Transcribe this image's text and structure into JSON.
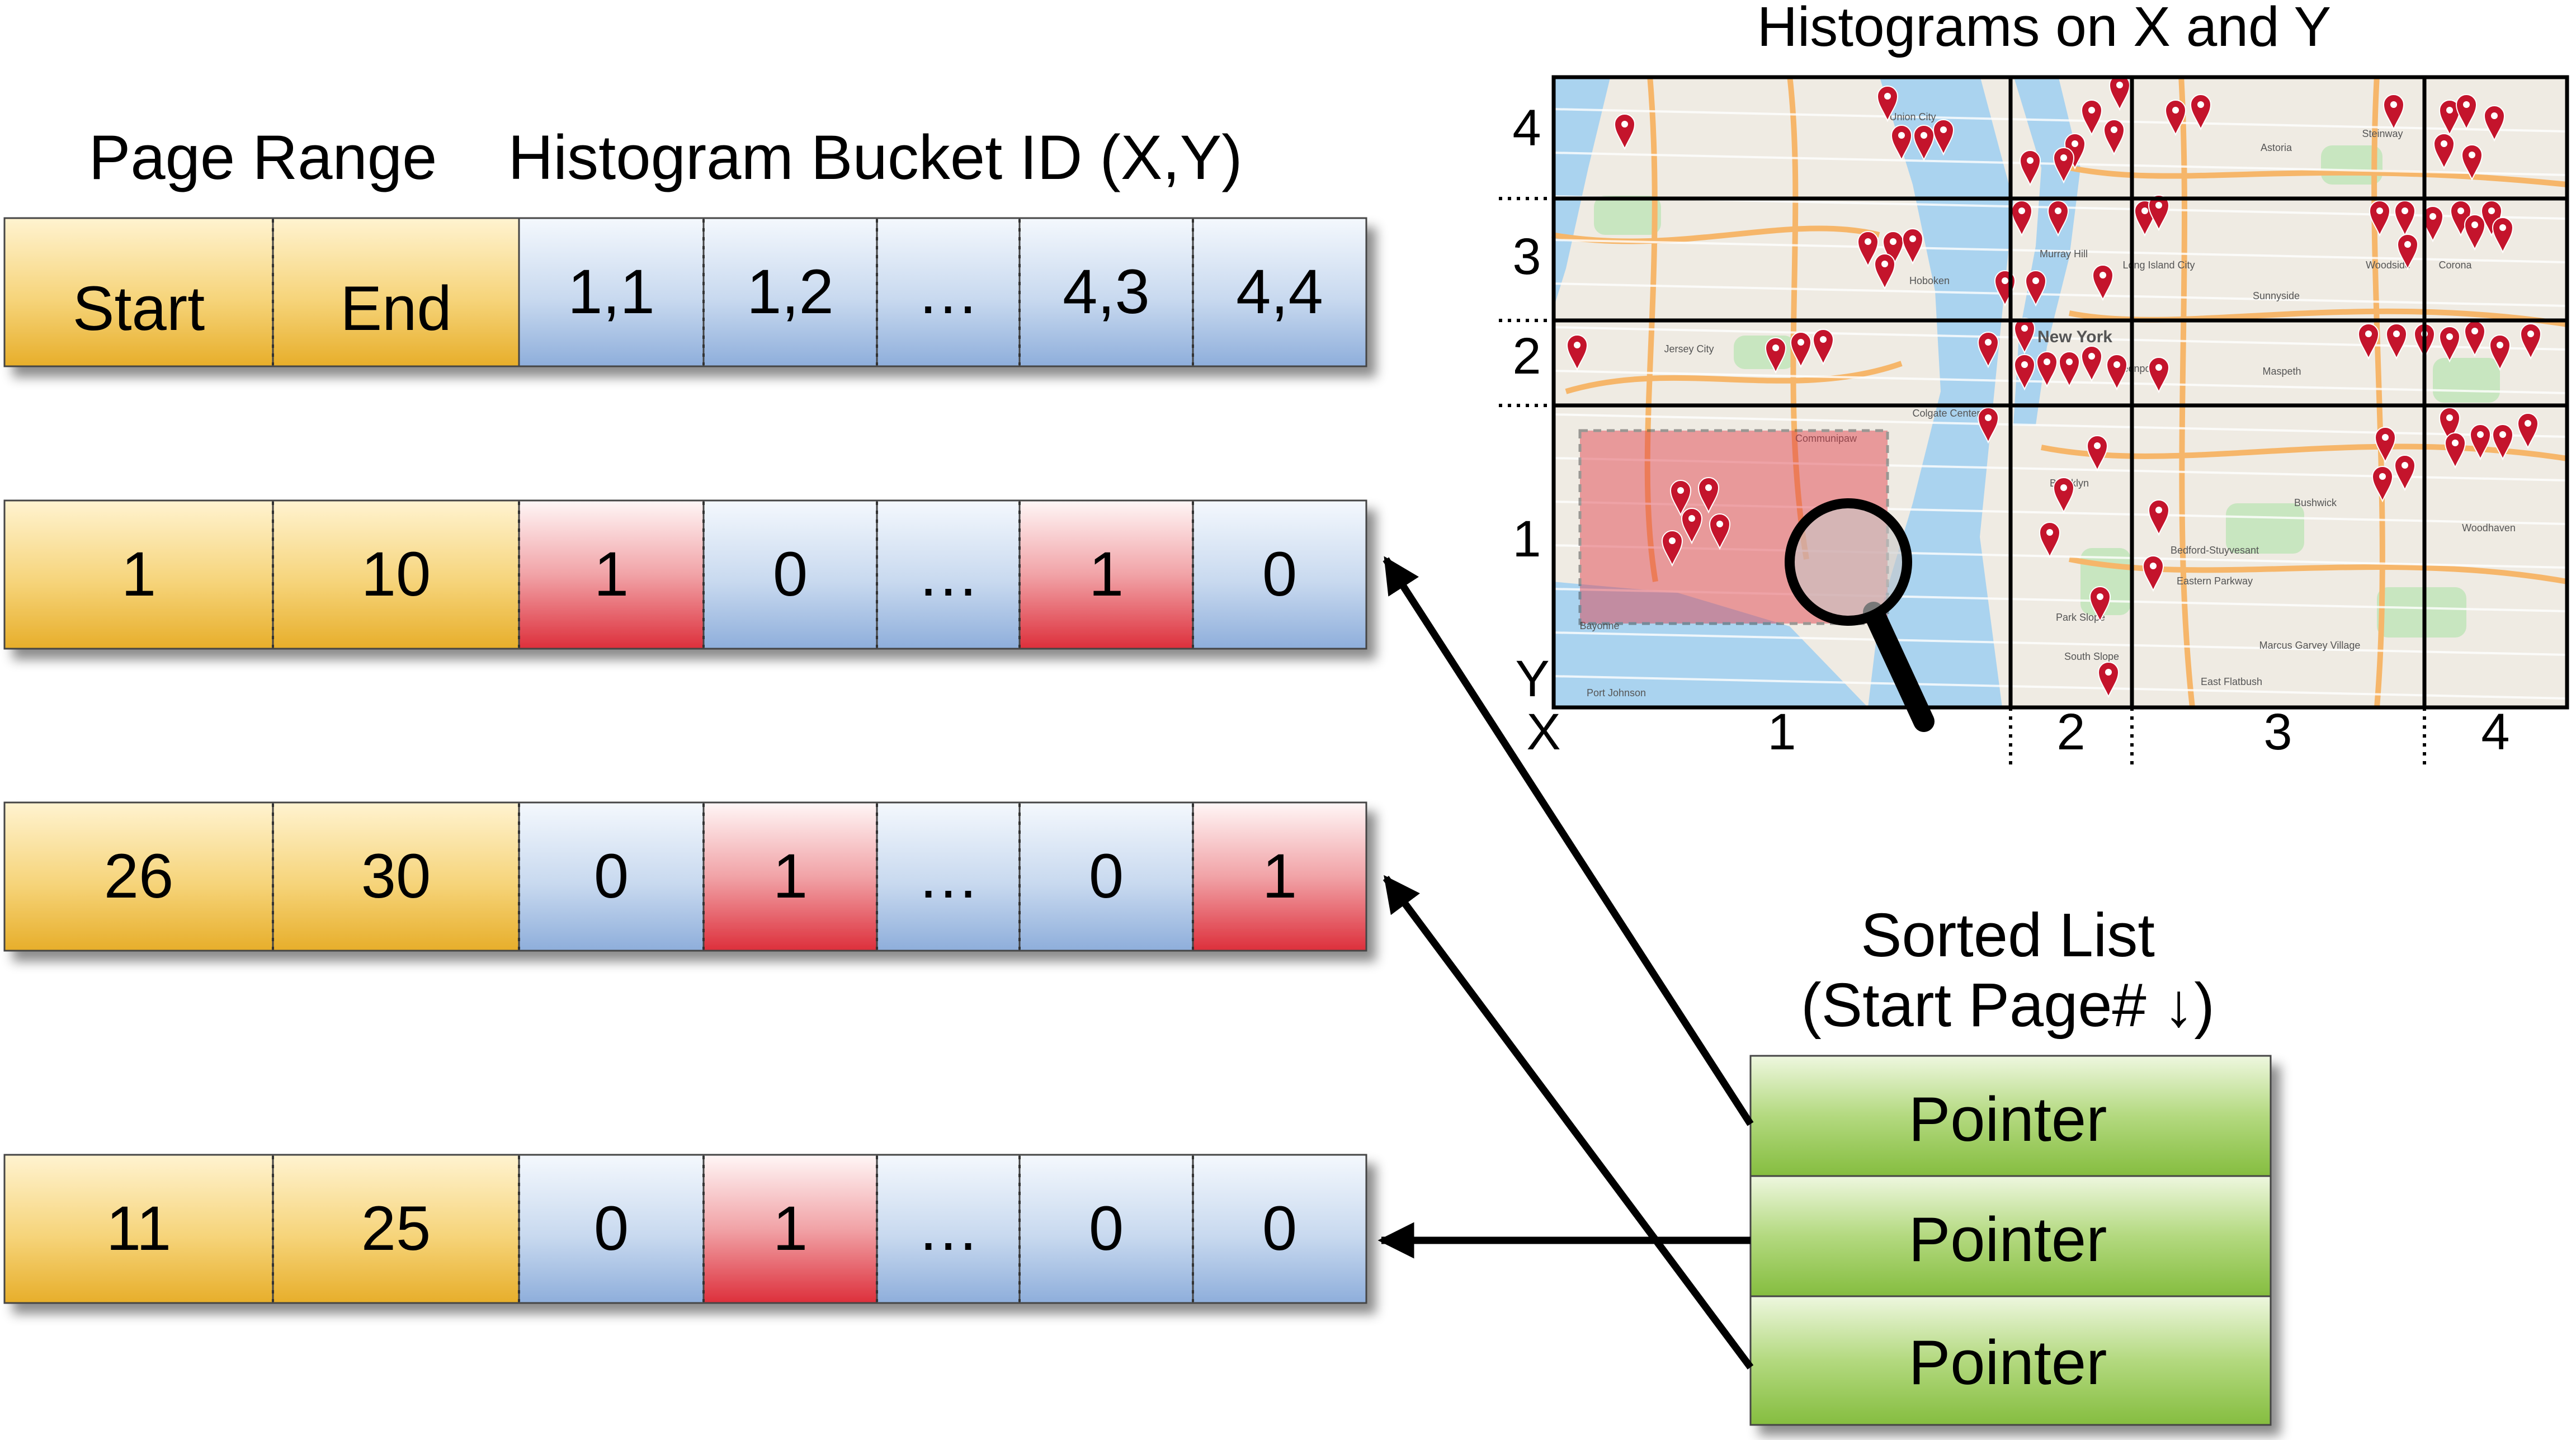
{
  "header": {
    "page_range": "Page Range",
    "bucket_id": "Histogram Bucket ID (X,Y)"
  },
  "header_row": {
    "start": "Start",
    "end": "End",
    "buckets": [
      {
        "text": "1,1"
      },
      {
        "text": "1,2"
      },
      {
        "text": "…"
      },
      {
        "text": "4,3"
      },
      {
        "text": "4,4"
      }
    ]
  },
  "rows": [
    {
      "start": "1",
      "end": "10",
      "cells": [
        {
          "text": "1",
          "hit": true
        },
        {
          "text": "0",
          "hit": false
        },
        {
          "text": "…",
          "hit": false
        },
        {
          "text": "1",
          "hit": true
        },
        {
          "text": "0",
          "hit": false
        }
      ]
    },
    {
      "start": "26",
      "end": "30",
      "cells": [
        {
          "text": "0",
          "hit": false
        },
        {
          "text": "1",
          "hit": true
        },
        {
          "text": "…",
          "hit": false
        },
        {
          "text": "0",
          "hit": false
        },
        {
          "text": "1",
          "hit": true
        }
      ]
    },
    {
      "start": "11",
      "end": "25",
      "cells": [
        {
          "text": "0",
          "hit": false
        },
        {
          "text": "1",
          "hit": true
        },
        {
          "text": "…",
          "hit": false
        },
        {
          "text": "0",
          "hit": false
        },
        {
          "text": "0",
          "hit": false
        }
      ]
    }
  ],
  "map": {
    "title": "Histograms on X and Y",
    "y_axis": "Y",
    "x_axis": "X",
    "y_ticks": [
      "1",
      "2",
      "3",
      "4"
    ],
    "x_ticks": [
      "1",
      "2",
      "3",
      "4"
    ],
    "place_labels": [
      "New York",
      "Jersey City",
      "Hoboken",
      "Union City",
      "Bayonne",
      "Brooklyn",
      "Astoria",
      "Long Island City",
      "Maspeth",
      "Bushwick",
      "Woodside",
      "Corona",
      "Steinway",
      "Sunnyside",
      "Greenpoint",
      "Woodhaven",
      "East Flatbush",
      "Park Slope",
      "South Slope",
      "Port Johnson",
      "Communipaw",
      "Bedford-Stuyvesant",
      "Eastern Parkway",
      "Marcus Garvey Village",
      "Murray Hill",
      "Colgate Center"
    ]
  },
  "sorted_list": {
    "title_line1": "Sorted List",
    "title_line2": "(Start Page# ↓)",
    "pointers": [
      "Pointer",
      "Pointer",
      "Pointer"
    ]
  },
  "colors": {
    "gold": "#f2c04a",
    "blue": "#8fb0dc",
    "red": "#e0303e",
    "green": "#8cc24a",
    "water": "#aad3ef",
    "land": "#eeeae2",
    "pin": "#c4142c"
  }
}
